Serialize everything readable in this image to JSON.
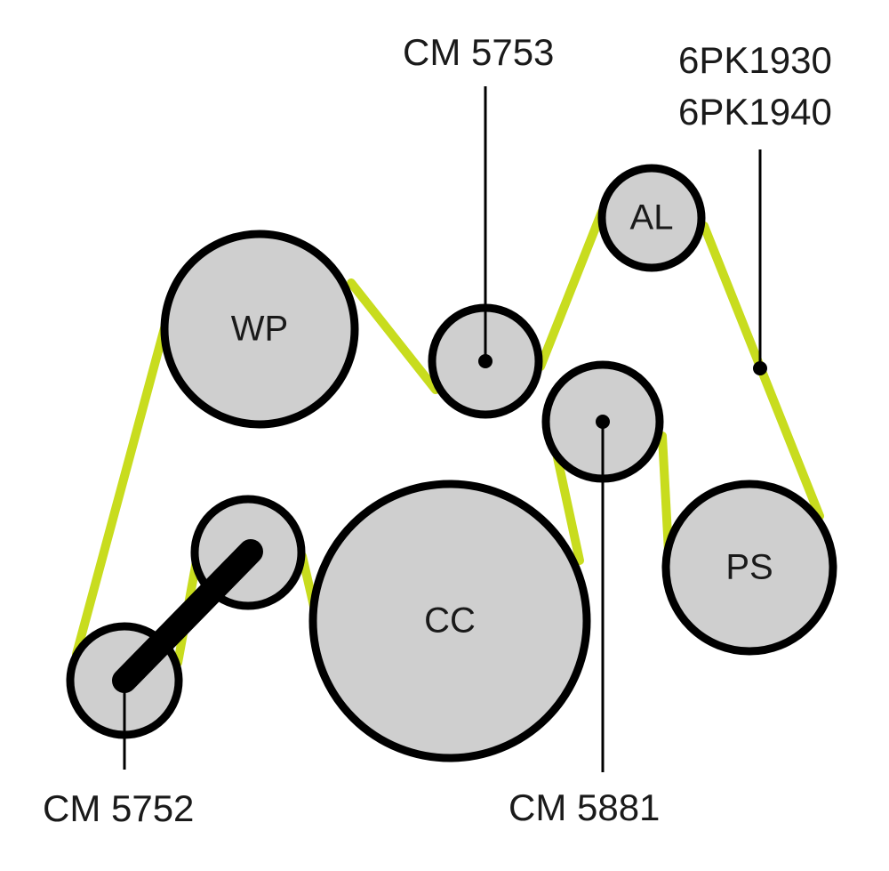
{
  "colors": {
    "belt": "#c8dc1e",
    "pulley_fill": "#cfcfcf",
    "pulley_stroke": "#000000",
    "text": "#1a1a1a"
  },
  "pulleys": {
    "wp": {
      "label": "WP"
    },
    "al": {
      "label": "AL"
    },
    "cc": {
      "label": "CC"
    },
    "ps": {
      "label": "PS"
    }
  },
  "callouts": {
    "cm5753": "CM 5753",
    "cm5752": "CM 5752",
    "cm5881": "CM 5881",
    "belt_line1": "6PK1930",
    "belt_line2": "6PK1940"
  }
}
